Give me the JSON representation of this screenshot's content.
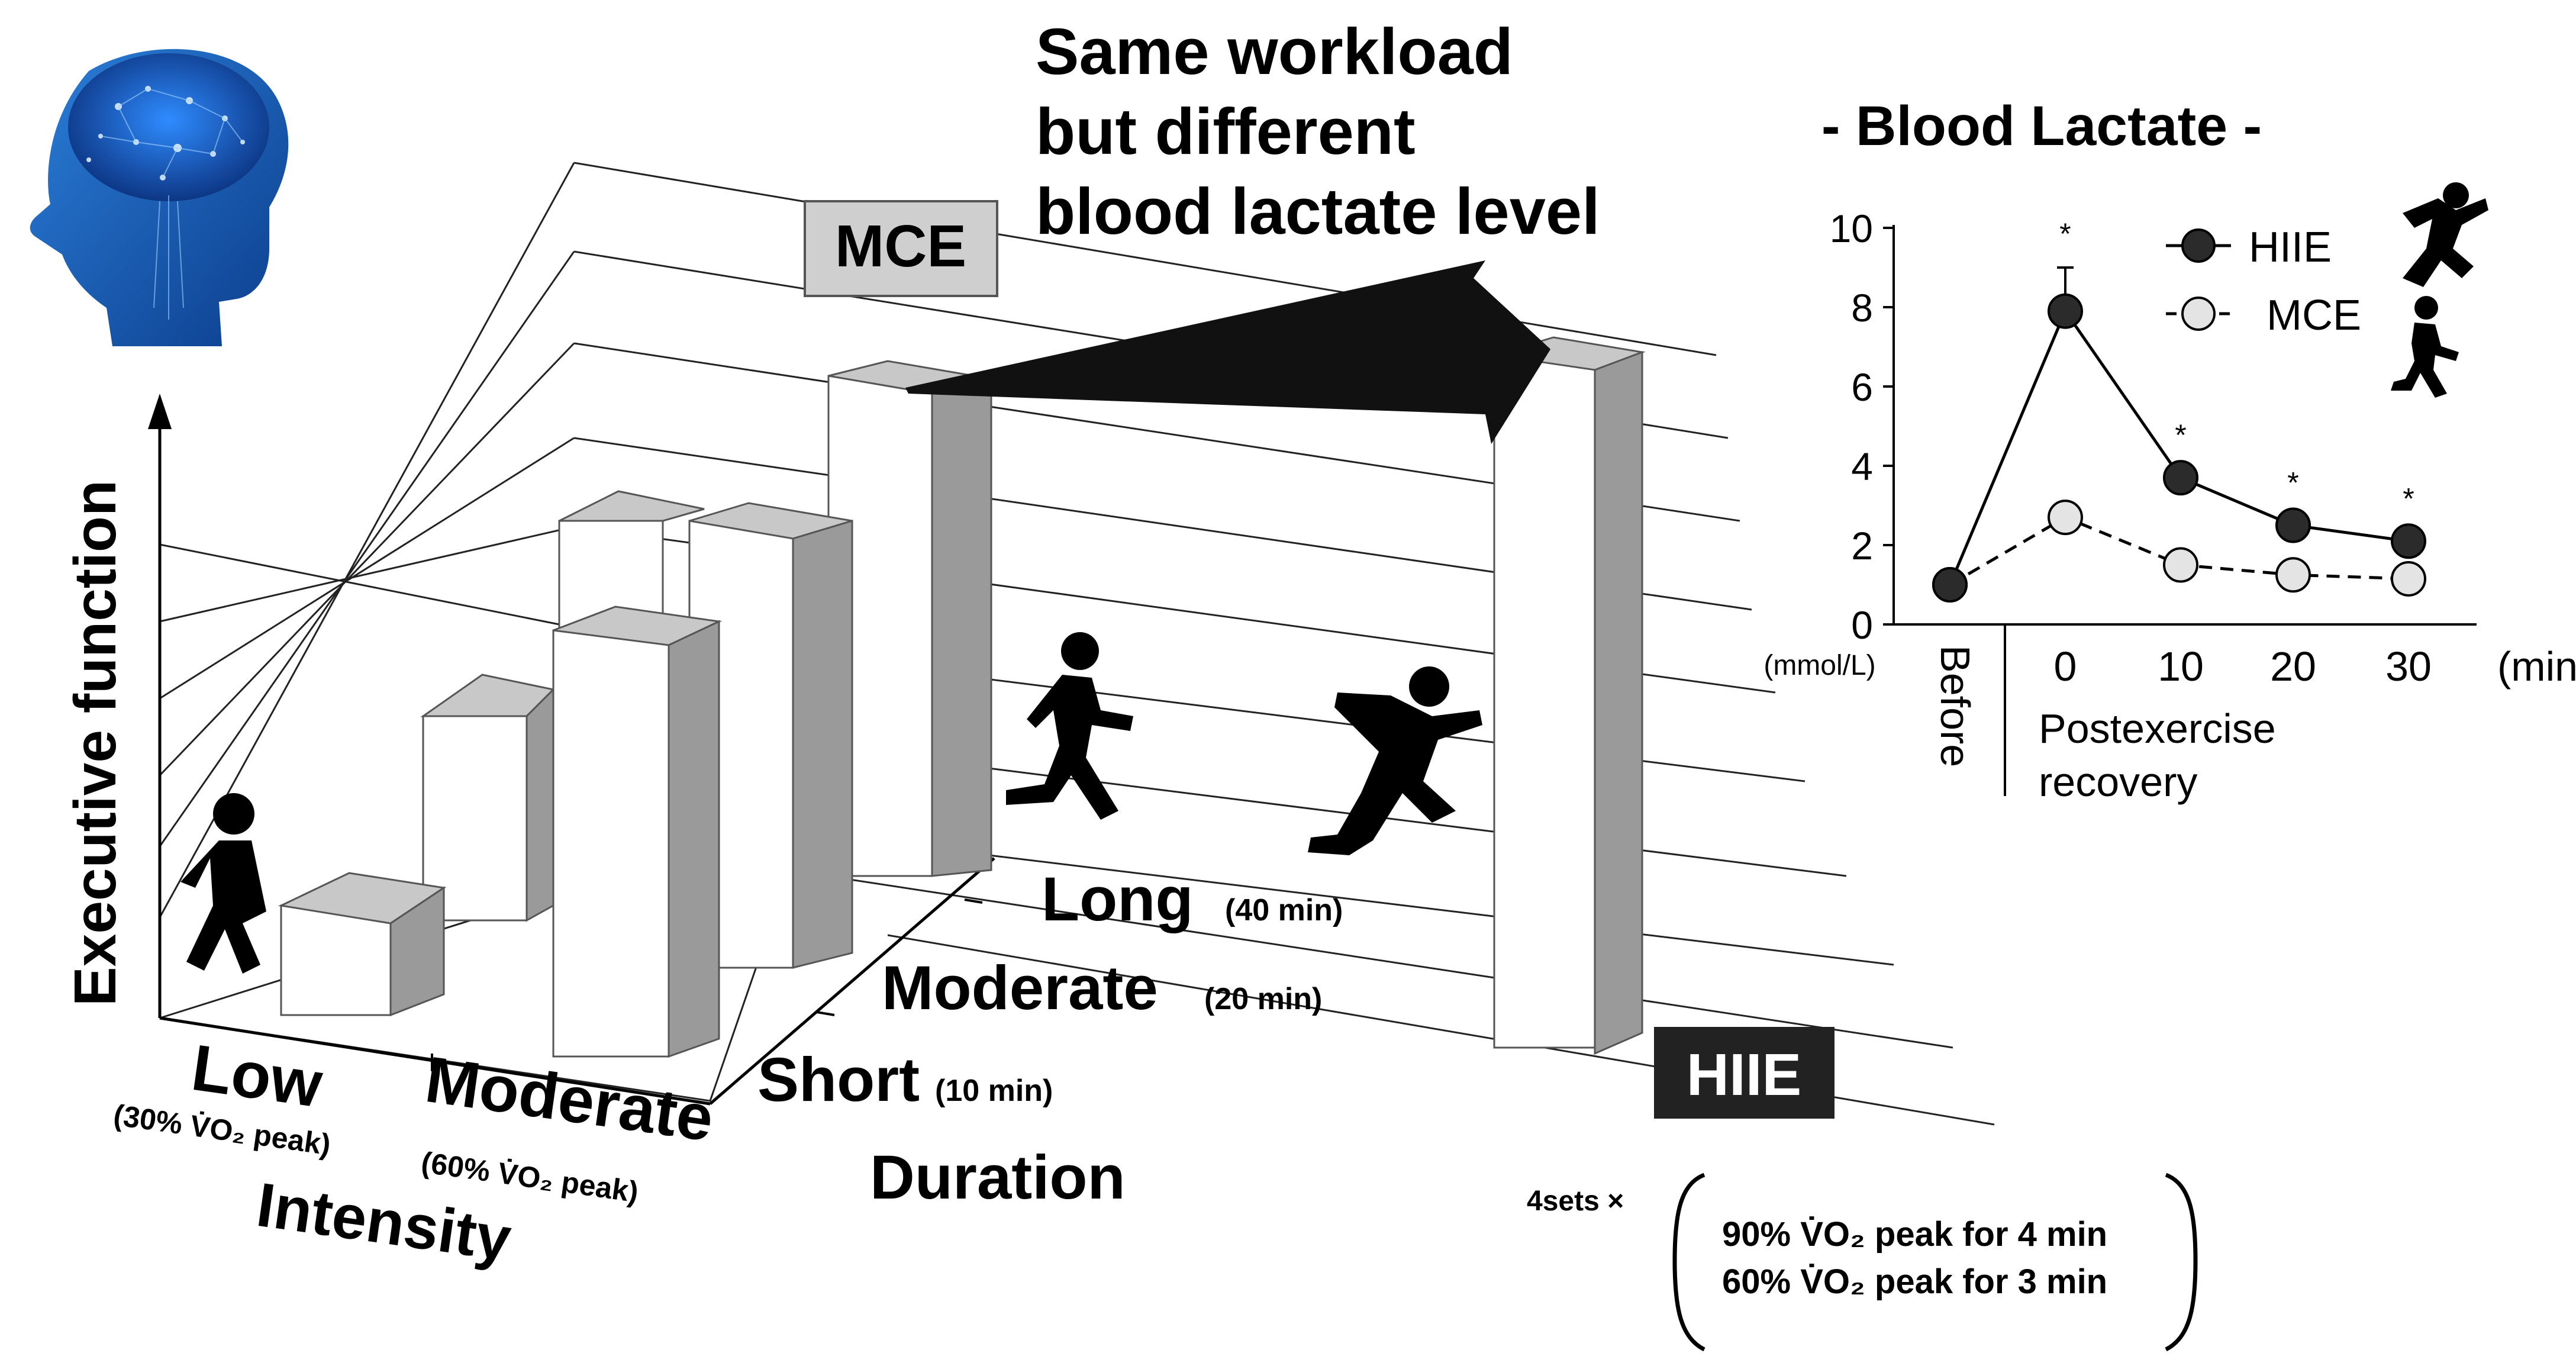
{
  "headline": {
    "line1": "Same workload",
    "line2": "but different",
    "line3": "blood lactate level"
  },
  "bar_chart_3d": {
    "y_axis_label": "Executive function",
    "intensity_axis_label": "Intensity",
    "intensity_levels": [
      {
        "label": "Low",
        "sub": "(30% V̇O₂ peak)"
      },
      {
        "label": "Moderate",
        "sub": "(60% V̇O₂ peak)"
      }
    ],
    "duration_axis_label": "Duration",
    "duration_levels": [
      {
        "label": "Short",
        "sub": "(10 min)"
      },
      {
        "label": "Moderate",
        "sub": "(20 min)"
      },
      {
        "label": "Long",
        "sub": "(40 min)"
      }
    ],
    "mce_label": "MCE",
    "hiie_label": "HIIE"
  },
  "hiie_protocol": {
    "multiplier": "4sets ×",
    "line1": "90% V̇O₂ peak for 4 min",
    "line2": "60% V̇O₂ peak for 3 min"
  },
  "chart_data": {
    "type": "line",
    "title": "- Blood Lactate -",
    "ylabel": "(mmol/L)",
    "xunit": "(min)",
    "xlabel": "Postexercise recovery",
    "categories": [
      "Before",
      "0",
      "10",
      "20",
      "30"
    ],
    "ylim": [
      0,
      10
    ],
    "yticks": [
      0,
      2,
      4,
      6,
      8,
      10
    ],
    "series": [
      {
        "name": "HIIE",
        "values": [
          1.0,
          7.9,
          3.7,
          2.5,
          2.1
        ],
        "error_top": [
          null,
          9.0,
          null,
          null,
          null
        ],
        "significant": [
          false,
          true,
          true,
          true,
          true
        ],
        "color": "#2b2b2b",
        "style": "solid"
      },
      {
        "name": "MCE",
        "values": [
          1.0,
          2.7,
          1.5,
          1.25,
          1.15
        ],
        "color": "#e4e4e4",
        "style": "dashed"
      }
    ],
    "significance_marker": "*",
    "legend_position": "top-right"
  },
  "colors": {
    "brain_blue": "#1d5fb4",
    "bar_top": "#c8c8c8",
    "bar_side": "#9a9a9a",
    "hiie_box": "#222222"
  },
  "icons": [
    "brain-head-icon",
    "walking-person-icon",
    "brisk-walk-person-icon",
    "running-person-icon"
  ]
}
